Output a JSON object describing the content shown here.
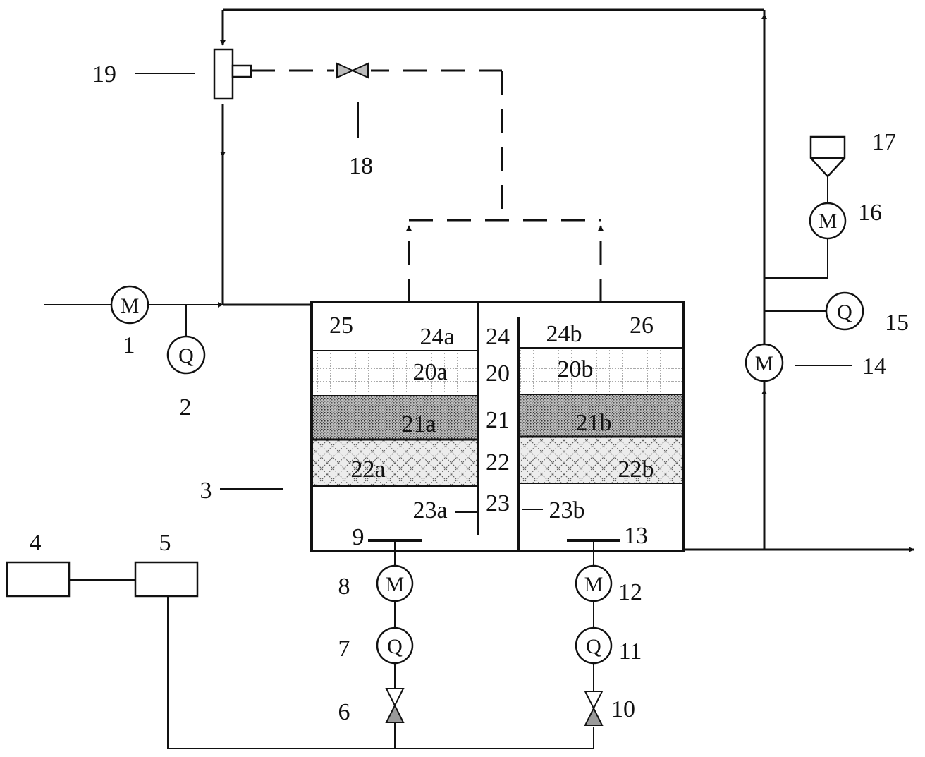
{
  "symbols": {
    "motor": "M",
    "flow": "Q"
  },
  "labels": {
    "n1": "1",
    "n2": "2",
    "n3": "3",
    "n4": "4",
    "n5": "5",
    "n6": "6",
    "n7": "7",
    "n8": "8",
    "n9": "9",
    "n10": "10",
    "n11": "11",
    "n12": "12",
    "n13": "13",
    "n14": "14",
    "n15": "15",
    "n16": "16",
    "n17": "17",
    "n18": "18",
    "n19": "19",
    "n20": "20",
    "n21": "21",
    "n22": "22",
    "n23": "23",
    "n24": "24",
    "n25": "25",
    "n26": "26",
    "n20a": "20a",
    "n20b": "20b",
    "n21a": "21a",
    "n21b": "21b",
    "n22a": "22a",
    "n22b": "22b",
    "n23a": "23a",
    "n23b": "23b",
    "n24a": "24a",
    "n24b": "24b"
  },
  "colors": {
    "line": "#111111",
    "layer_grid_fill": "#ffffff",
    "layer_dotted_fill": "#a8a8a8",
    "layer_cross_fill": "#e4e4e4"
  }
}
